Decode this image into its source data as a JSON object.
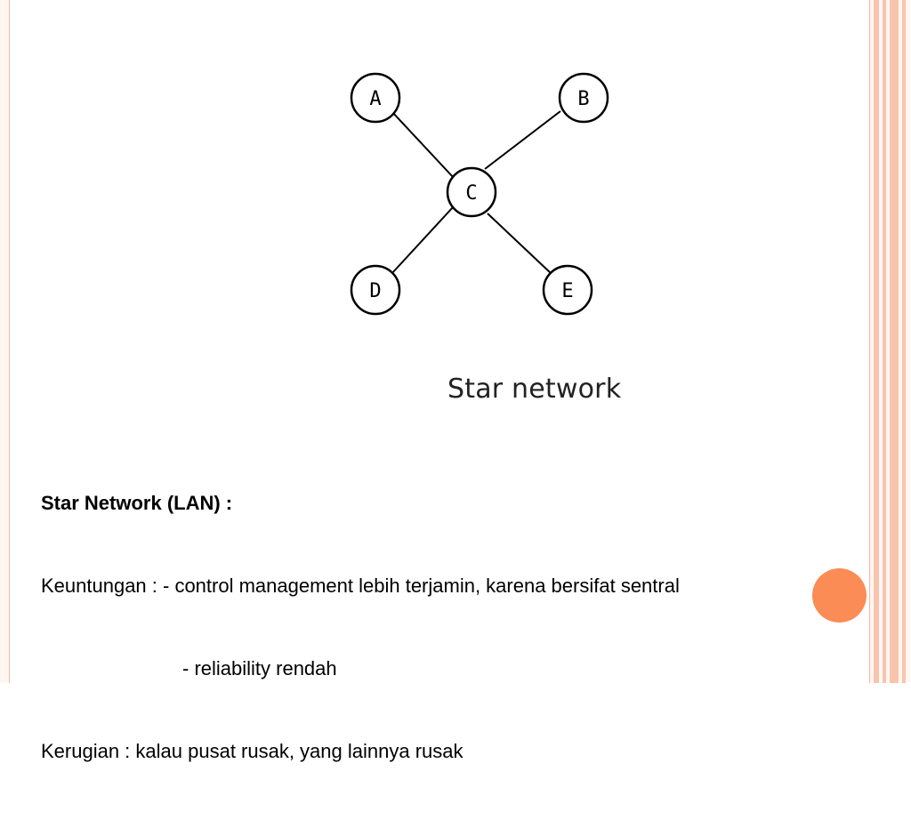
{
  "diagram": {
    "caption": "Star network",
    "nodes": [
      {
        "id": "A",
        "label": "A"
      },
      {
        "id": "B",
        "label": "B"
      },
      {
        "id": "C",
        "label": "C"
      },
      {
        "id": "D",
        "label": "D"
      },
      {
        "id": "E",
        "label": "E"
      }
    ],
    "edges": [
      [
        "A",
        "C"
      ],
      [
        "B",
        "C"
      ],
      [
        "D",
        "C"
      ],
      [
        "E",
        "C"
      ]
    ]
  },
  "content": {
    "heading": "Star Network (LAN) :",
    "advantages_line1": "Keuntungan : - control management lebih terjamin, karena bersifat sentral",
    "advantages_line2": "- reliability rendah",
    "disadvantages": "Kerugian : kalau pusat rusak, yang lainnya rusak"
  },
  "theme": {
    "accent": "#fb8c55",
    "stripe": "#f6b89e"
  }
}
